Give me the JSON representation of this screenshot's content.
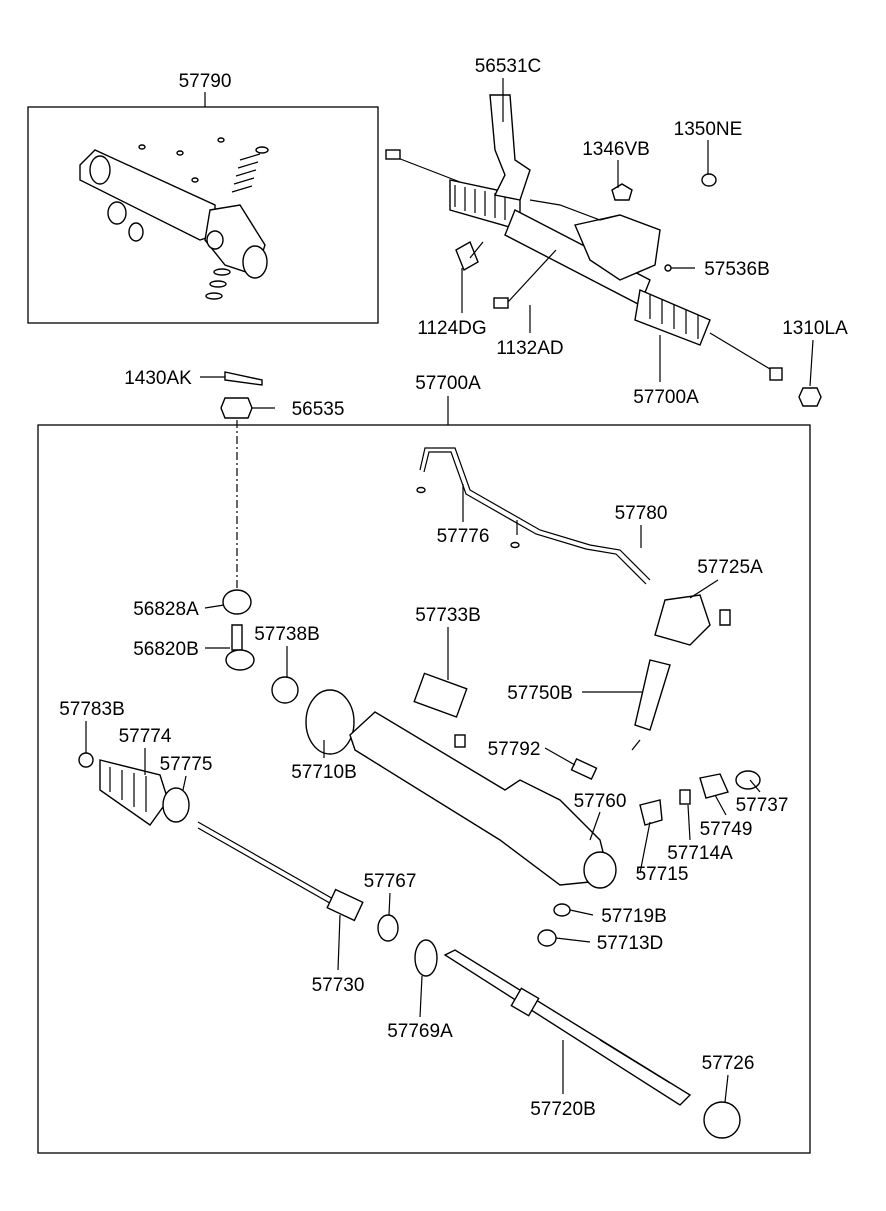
{
  "title": "Power steering gear box parts diagram",
  "labels": {
    "p57790": "57790",
    "p56531C": "56531C",
    "p1346VB": "1346VB",
    "p1350NE": "1350NE",
    "p57536B": "57536B",
    "p1124DG": "1124DG",
    "p1132AD": "1132AD",
    "p1310LA": "1310LA",
    "p57700A_top": "57700A",
    "p1430AK": "1430AK",
    "p56535": "56535",
    "p57700A_box": "57700A",
    "p57776": "57776",
    "p57780": "57780",
    "p57725A": "57725A",
    "p56828A": "56828A",
    "p57733B": "57733B",
    "p57738B": "57738B",
    "p56820B": "56820B",
    "p57750B": "57750B",
    "p57783B": "57783B",
    "p57774": "57774",
    "p57792": "57792",
    "p57775": "57775",
    "p57710B": "57710B",
    "p57760": "57760",
    "p57737": "57737",
    "p57749": "57749",
    "p57714A": "57714A",
    "p57767": "57767",
    "p57715": "57715",
    "p57719B": "57719B",
    "p57713D": "57713D",
    "p57730": "57730",
    "p57769A": "57769A",
    "p57726": "57726",
    "p57720B": "57720B"
  }
}
